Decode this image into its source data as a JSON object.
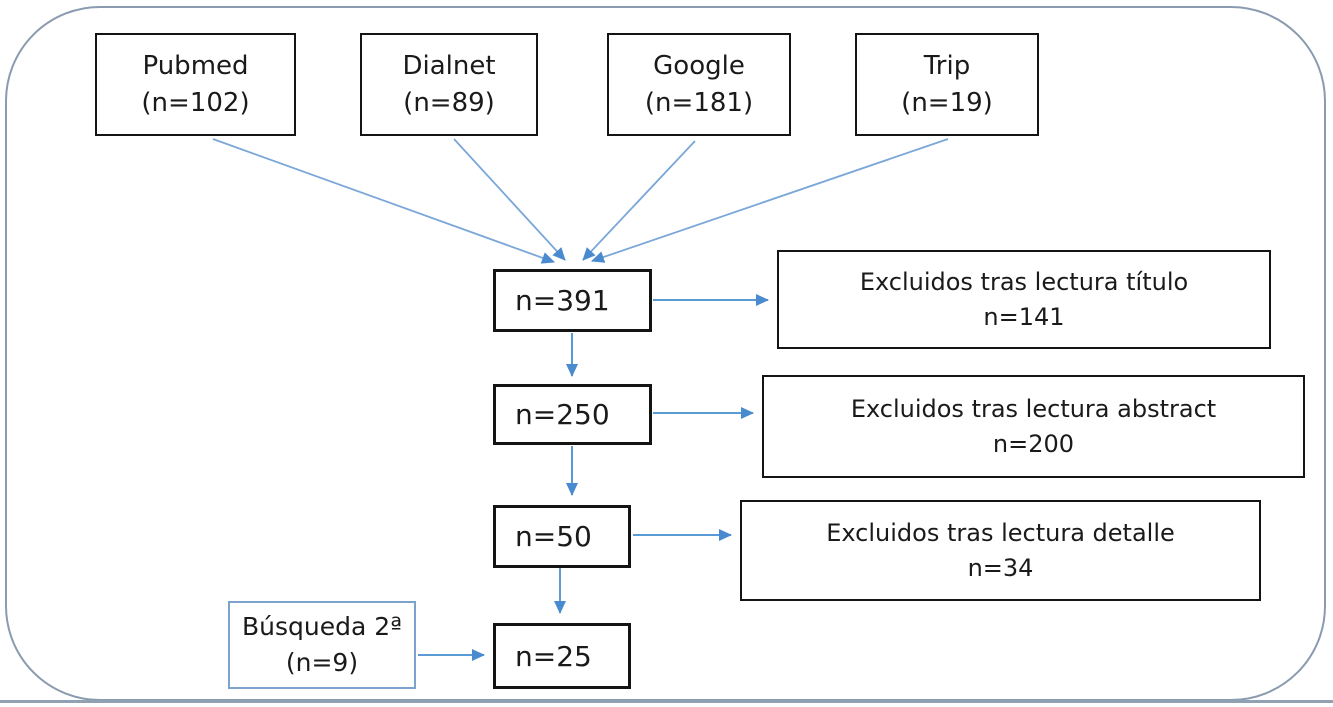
{
  "figure": {
    "type": "flowchart",
    "background": "#ffffff",
    "outer_border_color": "#8a9bb0",
    "arrow_color": "#5b9bd5",
    "box_border_color": "#141414",
    "secondary_box_border_color": "#7ba3cc"
  },
  "sources": [
    {
      "name": "pubmed",
      "label": "Pubmed",
      "count": "(n=102)"
    },
    {
      "name": "dialnet",
      "label": "Dialnet",
      "count": "(n=89)"
    },
    {
      "name": "google",
      "label": "Google",
      "count": "(n=181)"
    },
    {
      "name": "trip",
      "label": "Trip",
      "count": "(n=19)"
    }
  ],
  "stages": [
    {
      "name": "identified",
      "label": "n=391"
    },
    {
      "name": "after-title",
      "label": "n=250"
    },
    {
      "name": "after-abstract",
      "label": "n=50"
    },
    {
      "name": "included",
      "label": "n=25"
    }
  ],
  "exclusions": [
    {
      "name": "title",
      "reason": "Excluidos tras lectura título",
      "count": "n=141"
    },
    {
      "name": "abstract",
      "reason": "Excluidos tras lectura abstract",
      "count": "n=200"
    },
    {
      "name": "detail",
      "reason": "Excluidos tras lectura detalle",
      "count": "n=34"
    }
  ],
  "secondary_search": {
    "label": "Búsqueda 2ª",
    "count": "(n=9)"
  }
}
